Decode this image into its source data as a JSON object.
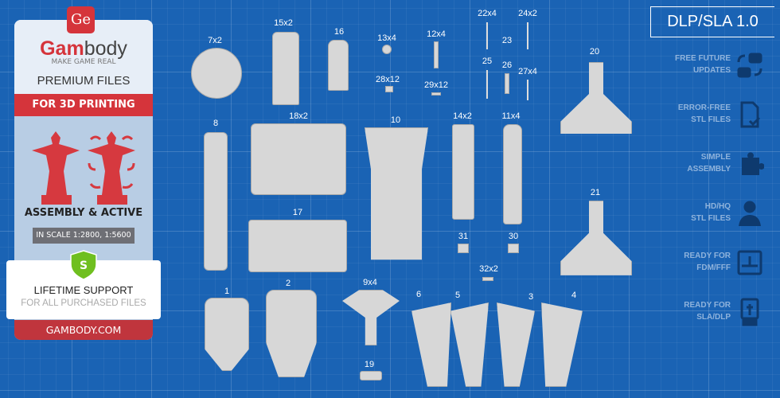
{
  "promo": {
    "logo_mark": "Ge",
    "brand_colored": "Gam",
    "brand_rest": "body",
    "tagline": "MAKE GAME REAL",
    "premium": "PREMIUM FILES",
    "for_printing": "FOR 3D PRINTING",
    "assembly": "ASSEMBLY & ACTIVE",
    "scale": "IN SCALE 1:2800, 1:5600",
    "shield_letter": "S",
    "lifetime": "LIFETIME SUPPORT",
    "for_all": "FOR ALL PURCHASED FILES",
    "site": "GAMBODY.COM"
  },
  "version": "DLP/SLA 1.0",
  "features": [
    {
      "line1": "FREE FUTURE",
      "line2": "UPDATES",
      "icon": "refresh-icon"
    },
    {
      "line1": "ERROR-FREE",
      "line2": "STL FILES",
      "icon": "file-check-icon"
    },
    {
      "line1": "SIMPLE",
      "line2": "ASSEMBLY",
      "icon": "puzzle-icon"
    },
    {
      "line1": "HD/HQ",
      "line2": "STL FILES",
      "icon": "figure-icon"
    },
    {
      "line1": "READY FOR",
      "line2": "FDM/FFF",
      "icon": "fdm-printer-icon"
    },
    {
      "line1": "READY FOR",
      "line2": "SLA/DLP",
      "icon": "sla-printer-icon"
    }
  ],
  "parts": [
    "7x2",
    "15x2",
    "16",
    "13x4",
    "12x4",
    "22x4",
    "24x2",
    "23",
    "25",
    "26",
    "27x4",
    "28x12",
    "29x12",
    "20",
    "8",
    "18x2",
    "10",
    "14x2",
    "11x4",
    "21",
    "17",
    "31",
    "30",
    "32x2",
    "1",
    "2",
    "9x4",
    "6",
    "5",
    "3",
    "4",
    "19"
  ],
  "colors": {
    "background": "#1a63b4",
    "accent": "#d5343b",
    "part": "#d7d7d7"
  }
}
